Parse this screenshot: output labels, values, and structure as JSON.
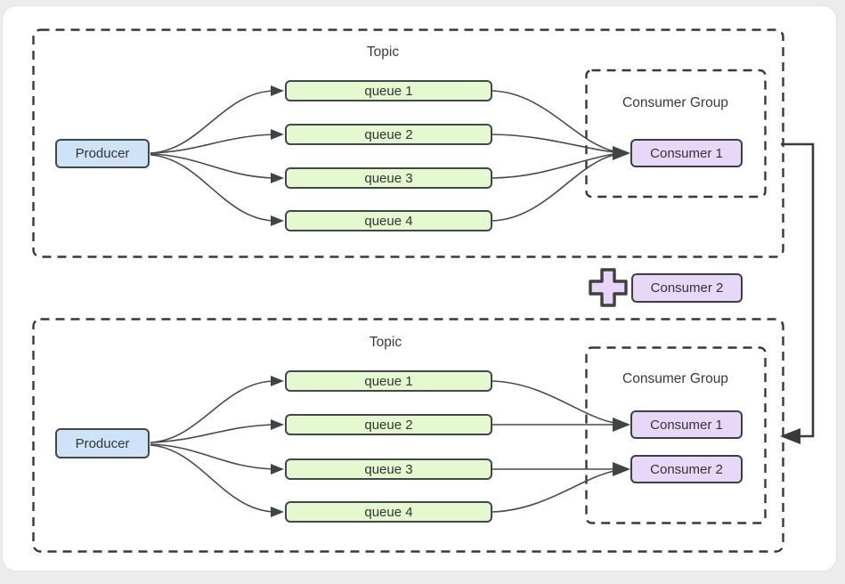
{
  "diagram": {
    "top_section": {
      "topic_label": "Topic",
      "producer_label": "Producer",
      "queues": [
        "queue 1",
        "queue 2",
        "queue 3",
        "queue 4"
      ],
      "consumer_group": {
        "label": "Consumer Group",
        "consumers": [
          "Consumer 1"
        ]
      }
    },
    "middle": {
      "plus_icon": "plus-icon",
      "added_consumer_label": "Consumer 2"
    },
    "bottom_section": {
      "topic_label": "Topic",
      "producer_label": "Producer",
      "queues": [
        "queue 1",
        "queue 2",
        "queue 3",
        "queue 4"
      ],
      "consumer_group": {
        "label": "Consumer Group",
        "consumers": [
          "Consumer 1",
          "Consumer 2"
        ]
      }
    },
    "colors": {
      "producer_fill": "#cfe3f8",
      "queue_fill": "#e4f9d0",
      "consumer_fill": "#e8d7f8",
      "plus_fill": "#e6d4f9",
      "dashed_border": "#383838",
      "solid_border": "#42474a",
      "arrow_line": "#4a4a4a",
      "panel_background": "#ffffff",
      "page_background": "#ececec"
    }
  }
}
